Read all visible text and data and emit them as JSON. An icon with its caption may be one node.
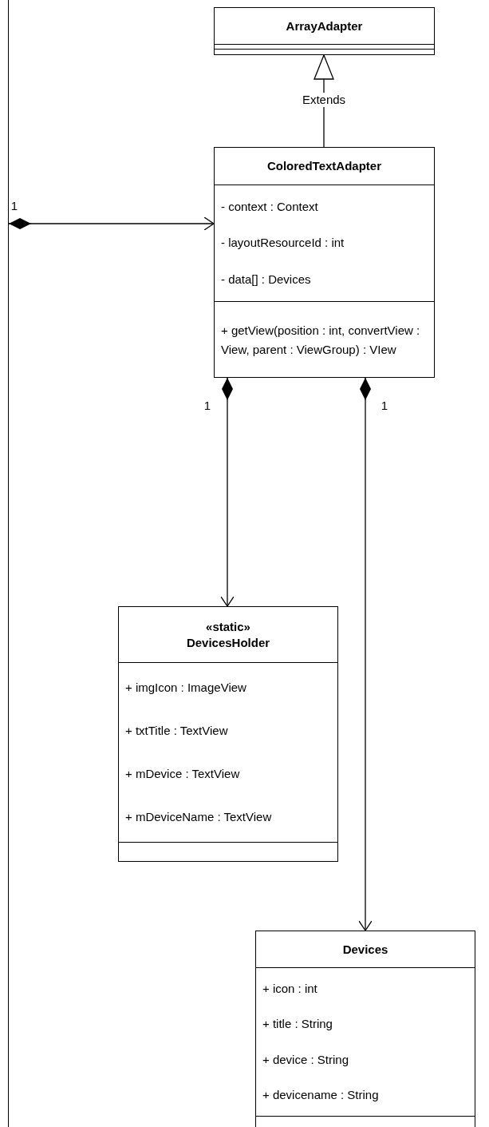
{
  "diagram": {
    "nodes": [
      {
        "text": [],
        "shape": "box"
      },
      {
        "text": [
          "ArrayAdapter"
        ]
      },
      {
        "text": [
          "ColoredTextAdapter",
          "- context : Context",
          "- layoutResourceId : int",
          "- data[] : Devices",
          "+ getView(position : int, convertView : View, parent : ViewGroup) : VIew"
        ]
      },
      {
        "text": [
          "«static»",
          "DevicesHolder",
          "+ imgIcon : ImageView",
          "+ txtTitle : TextView",
          "+ mDevice : TextView",
          "+ mDeviceName : TextView"
        ]
      },
      {
        "text": [
          "Devices",
          "+ icon : int",
          "+ title : String",
          "+ device : String",
          "+ devicename : String"
        ]
      }
    ],
    "edges": [
      {
        "from": 2,
        "to": 1,
        "arrow": "to",
        "label": "Extends"
      },
      {
        "from": 0,
        "to": 2,
        "arrow": "to",
        "label": "1"
      },
      {
        "from": 2,
        "to": 3,
        "arrow": "to",
        "label": "1"
      },
      {
        "from": 2,
        "to": 4,
        "arrow": "to",
        "label": "1"
      }
    ]
  }
}
